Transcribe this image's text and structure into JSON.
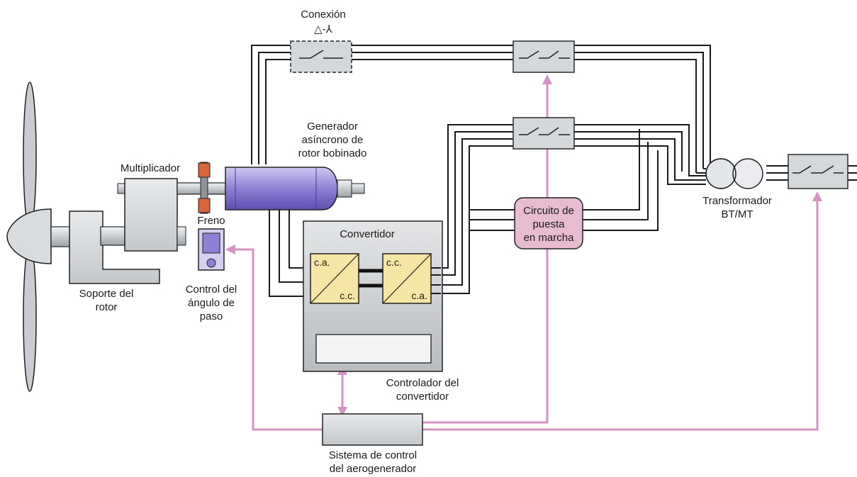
{
  "labels": {
    "conexion": "Conexión",
    "conexion_symbol": "△-⅄",
    "generador_1": "Generador",
    "generador_2": "asíncrono de",
    "generador_3": "rotor bobinado",
    "multiplicador": "Multiplicador",
    "freno": "Freno",
    "convertidor": "Convertidor",
    "circuito_1": "Circuito de",
    "circuito_2": "puesta",
    "circuito_3": "en marcha",
    "transformador_1": "Transformador",
    "transformador_2": "BT/MT",
    "soporte_1": "Soporte del",
    "soporte_2": "rotor",
    "control_angulo_1": "Control del",
    "control_angulo_2": "ángulo de",
    "control_angulo_3": "paso",
    "controlador_1": "Controlador del",
    "controlador_2": "convertidor",
    "sistema_1": "Sistema de control",
    "sistema_2": "del aerogenerador",
    "ca_1": "c.a.",
    "cc_1": "c.c.",
    "cc_2": "c.c.",
    "ca_2": "c.a."
  },
  "colors": {
    "control_line": "#d493c0",
    "generator": "#9c8fd8",
    "circuit_fill": "#e8bcd0",
    "converter_cell": "#f6e6a6",
    "brake_pad": "#d9663a"
  }
}
